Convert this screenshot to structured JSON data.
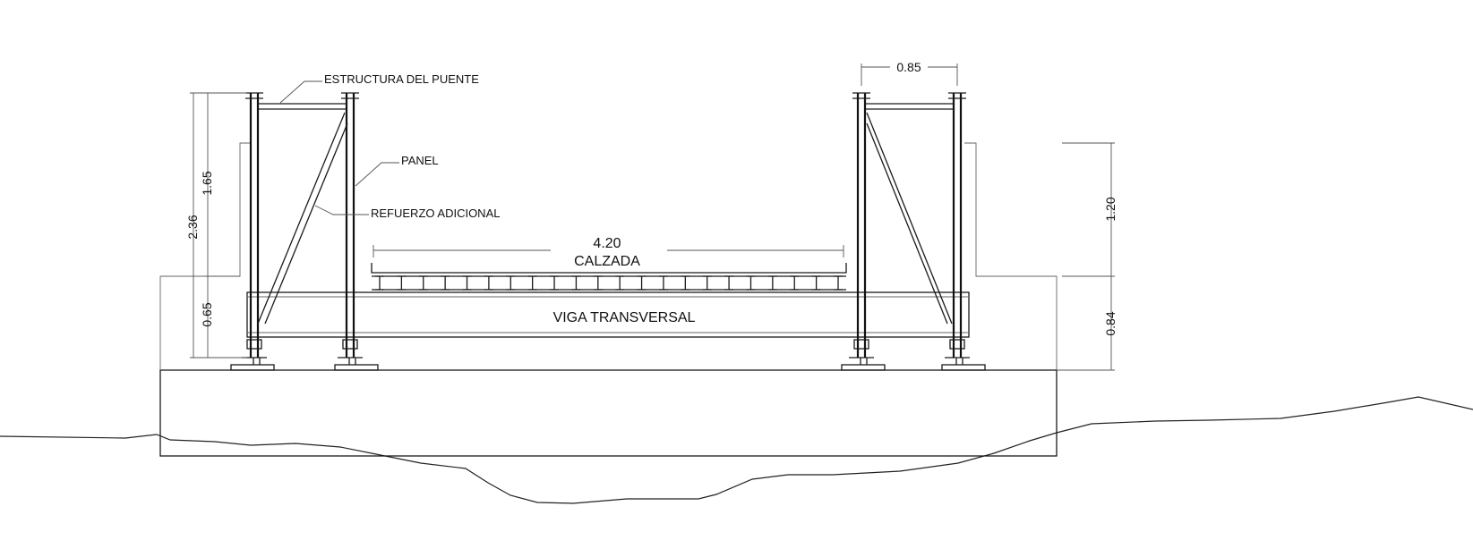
{
  "labels": {
    "estructura": "ESTRUCTURA DEL PUENTE",
    "panel": "PANEL",
    "refuerzo": "REFUERZO ADICIONAL",
    "calzada": "CALZADA",
    "viga": "VIGA  TRANSVERSAL"
  },
  "dimensions": {
    "d236": "2.36",
    "d165": "1.65",
    "d065": "0.65",
    "d420": "4.20",
    "d085": "0.85",
    "d120": "1.20",
    "d084": "0.84"
  }
}
